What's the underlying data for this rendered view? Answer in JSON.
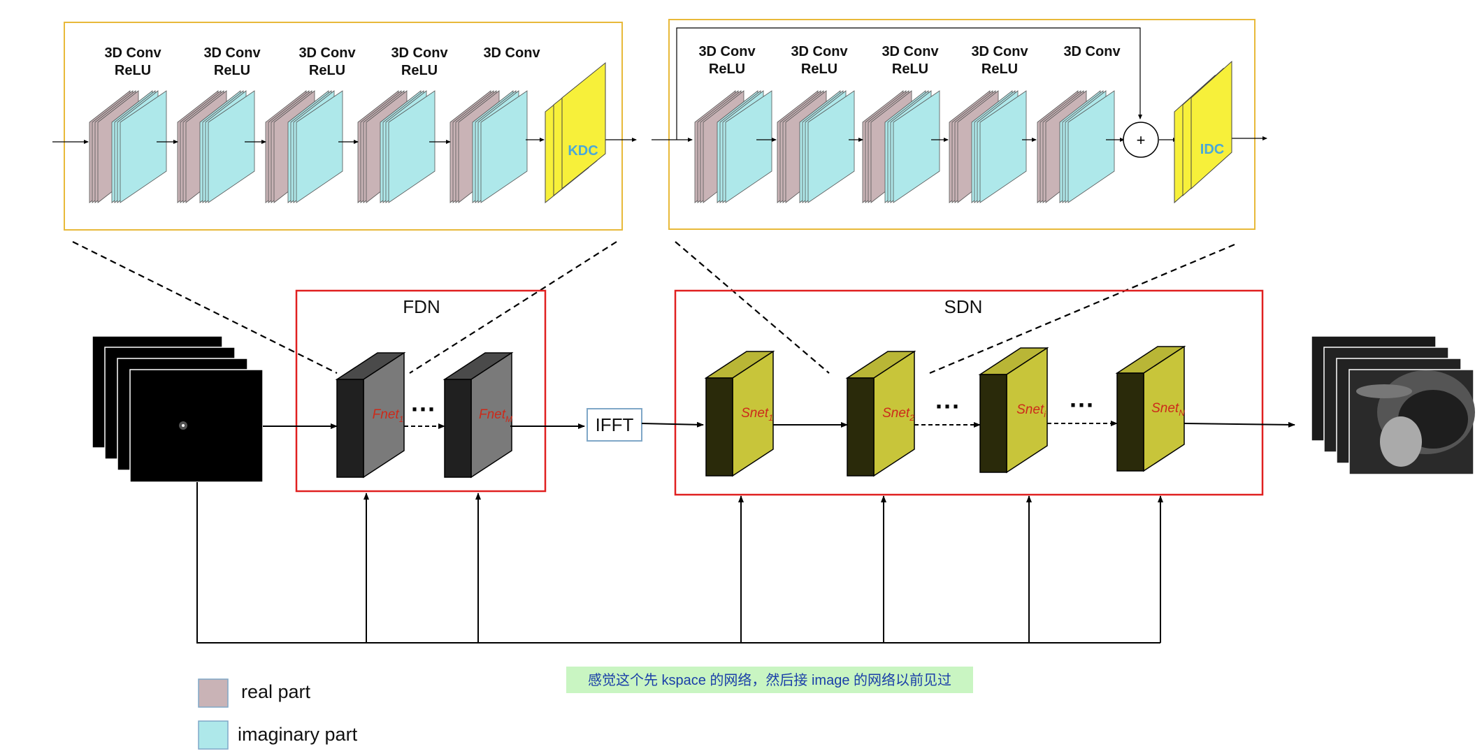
{
  "fdn": {
    "title": "FDN",
    "layers": [
      {
        "line1": "3D Conv",
        "line2": "ReLU"
      },
      {
        "line1": "3D Conv",
        "line2": "ReLU"
      },
      {
        "line1": "3D Conv",
        "line2": "ReLU"
      },
      {
        "line1": "3D Conv",
        "line2": "ReLU"
      },
      {
        "line1": "3D Conv",
        "line2": ""
      }
    ],
    "dc_label": "KDC",
    "blocks": [
      {
        "base": "Fnet",
        "sub": "1"
      },
      {
        "base": "Fnet",
        "sub": "M"
      }
    ]
  },
  "sdn": {
    "title": "SDN",
    "layers": [
      {
        "line1": "3D Conv",
        "line2": "ReLU"
      },
      {
        "line1": "3D Conv",
        "line2": "ReLU"
      },
      {
        "line1": "3D Conv",
        "line2": "ReLU"
      },
      {
        "line1": "3D Conv",
        "line2": "ReLU"
      },
      {
        "line1": "3D Conv",
        "line2": ""
      }
    ],
    "sum_symbol": "+",
    "dc_label": "IDC",
    "blocks": [
      {
        "base": "Snet",
        "sub": "1"
      },
      {
        "base": "Snet",
        "sub": "2"
      },
      {
        "base": "Snet",
        "sub": "i"
      },
      {
        "base": "Snet",
        "sub": "N"
      }
    ]
  },
  "ifft_label": "IFFT",
  "ellipsis": "···",
  "legend": [
    {
      "label": "real part",
      "color": "#c9b3b6"
    },
    {
      "label": "imaginary part",
      "color": "#aee8ea"
    }
  ],
  "note": "感觉这个先 kspace 的网络，然后接 image 的网络以前见过",
  "colors": {
    "real": "#c9b3b6",
    "imag": "#aee8ea",
    "dc_yellow": "#f7f03a",
    "dc_text": "#4aa8d8",
    "block_gray_front": "#202020",
    "block_gray_side": "#7a7a7a",
    "block_gray_top": "#4a4a4a",
    "block_olive_front": "#2a2a0a",
    "block_olive_side": "#c8c53a",
    "block_olive_top": "#b9b636",
    "block_label": "#cc2a1a",
    "frame_red": "#e02020",
    "frame_orange": "#e8b93a",
    "ifft_border": "#7fa7c7",
    "note_bg": "#c9f5c2",
    "note_text": "#1a3fa8"
  }
}
